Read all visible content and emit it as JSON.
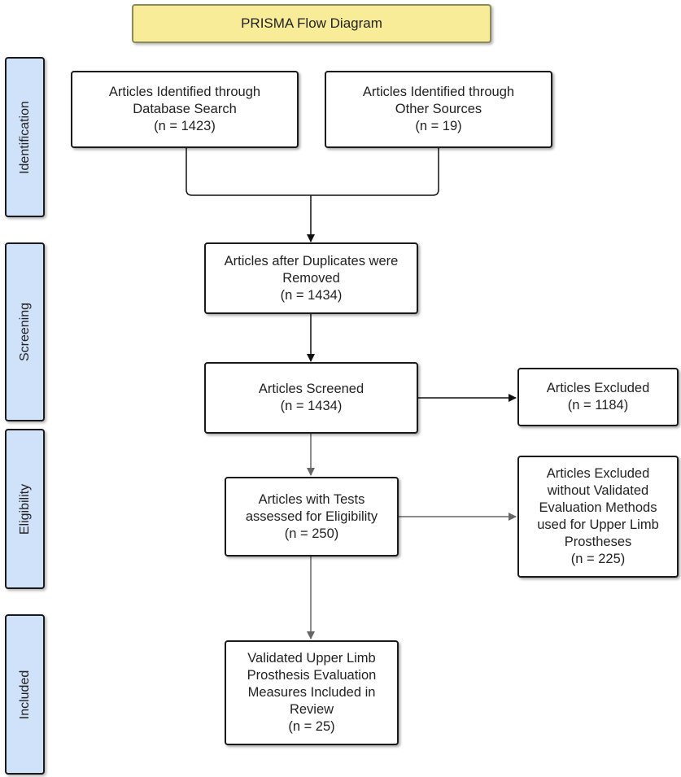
{
  "title": "PRISMA Flow Diagram",
  "phases": {
    "identification": "Identification",
    "screening": "Screening",
    "eligibility": "Eligibility",
    "included": "Included"
  },
  "boxes": {
    "database_search": [
      "Articles Identified through",
      "Database Search",
      "(n = 1423)"
    ],
    "other_sources": [
      "Articles Identified through",
      "Other Sources",
      "(n = 19)"
    ],
    "duplicates_removed": [
      "Articles after Duplicates were",
      "Removed",
      "(n = 1434)"
    ],
    "screened": [
      "Articles Screened",
      "(n = 1434)"
    ],
    "excluded": [
      "Articles Excluded",
      "(n = 1184)"
    ],
    "eligibility": [
      "Articles with Tests",
      "assessed for Eligibility",
      "(n = 250)"
    ],
    "excluded_without_validated": [
      "Articles Excluded",
      "without Validated",
      "Evaluation Methods",
      "used for Upper Limb",
      "Prostheses",
      "(n = 225)"
    ],
    "included": [
      "Validated Upper Limb",
      "Prosthesis Evaluation",
      "Measures Included in",
      "Review",
      "(n = 25)"
    ]
  },
  "colors": {
    "title_fill": "#f9ec98",
    "phase_fill": "#cfe2fa",
    "border": "#1a1a1a",
    "connector_dark": "#111111",
    "connector_gray": "#666666"
  }
}
